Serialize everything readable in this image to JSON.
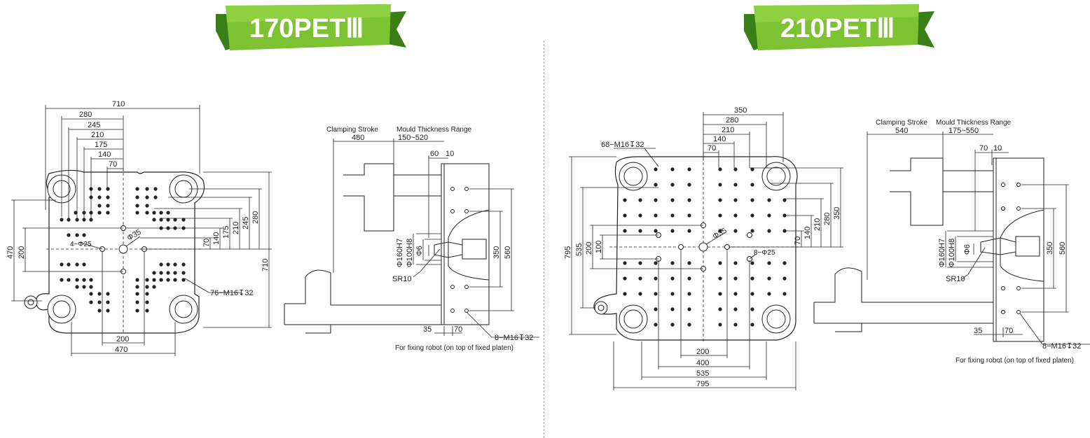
{
  "colors": {
    "banner_light": "#8ccf3a",
    "banner_dark": "#4a9a1e",
    "banner_fold": "#3b7d16",
    "line": "#222222",
    "divider": "#999999"
  },
  "left": {
    "title": "170PETⅢ",
    "front": {
      "dims": [
        "710",
        "280",
        "245",
        "210",
        "175",
        "140",
        "70",
        "470",
        "200",
        "200",
        "470",
        "710",
        "280",
        "245",
        "210",
        "175",
        "140",
        "70"
      ],
      "hole_dia": "Φ35",
      "small_holes": "4−Φ25",
      "thread": "76−M16↧32"
    },
    "side": {
      "clamping_stroke_label": "Clamping Stroke",
      "clamping_stroke": "480",
      "mould_label": "Mould Thickness Range",
      "mould_range": "150~520",
      "d60": "60",
      "d10": "10",
      "phi160": "Φ160H7",
      "phi100": "Φ100H8",
      "phi6": "Φ6",
      "sr": "SR10",
      "d350": "350",
      "d560": "560",
      "d35": "35",
      "d70": "70",
      "thread": "8−M16↧32",
      "note": "For fixing robot (on top of fixed platen)"
    }
  },
  "right": {
    "title": "210PETⅢ",
    "front": {
      "top_dims": [
        "350",
        "280",
        "210",
        "140",
        "70"
      ],
      "thread": "68−M16↧32",
      "right_dims": [
        "350",
        "280",
        "210",
        "140",
        "70"
      ],
      "left_dims": [
        "795",
        "535",
        "200",
        "100"
      ],
      "hole_dia": "Φ35",
      "small_holes": "8−Φ25",
      "bottom_dims": [
        "200",
        "400",
        "535",
        "795"
      ]
    },
    "side": {
      "clamping_stroke_label": "Clamping Stroke",
      "clamping_stroke": "540",
      "mould_label": "Mould Thickness Range",
      "mould_range": "175~550",
      "d70": "70",
      "d10": "10",
      "phi160": "Φ160H7",
      "phi100": "Φ100H8",
      "phi6": "Φ6",
      "sr": "SR10",
      "d350": "350",
      "d560": "560",
      "d35": "35",
      "d70b": "70",
      "thread": "8−M16↧32",
      "note": "For fixing robot (on top of fixed platen)"
    }
  }
}
